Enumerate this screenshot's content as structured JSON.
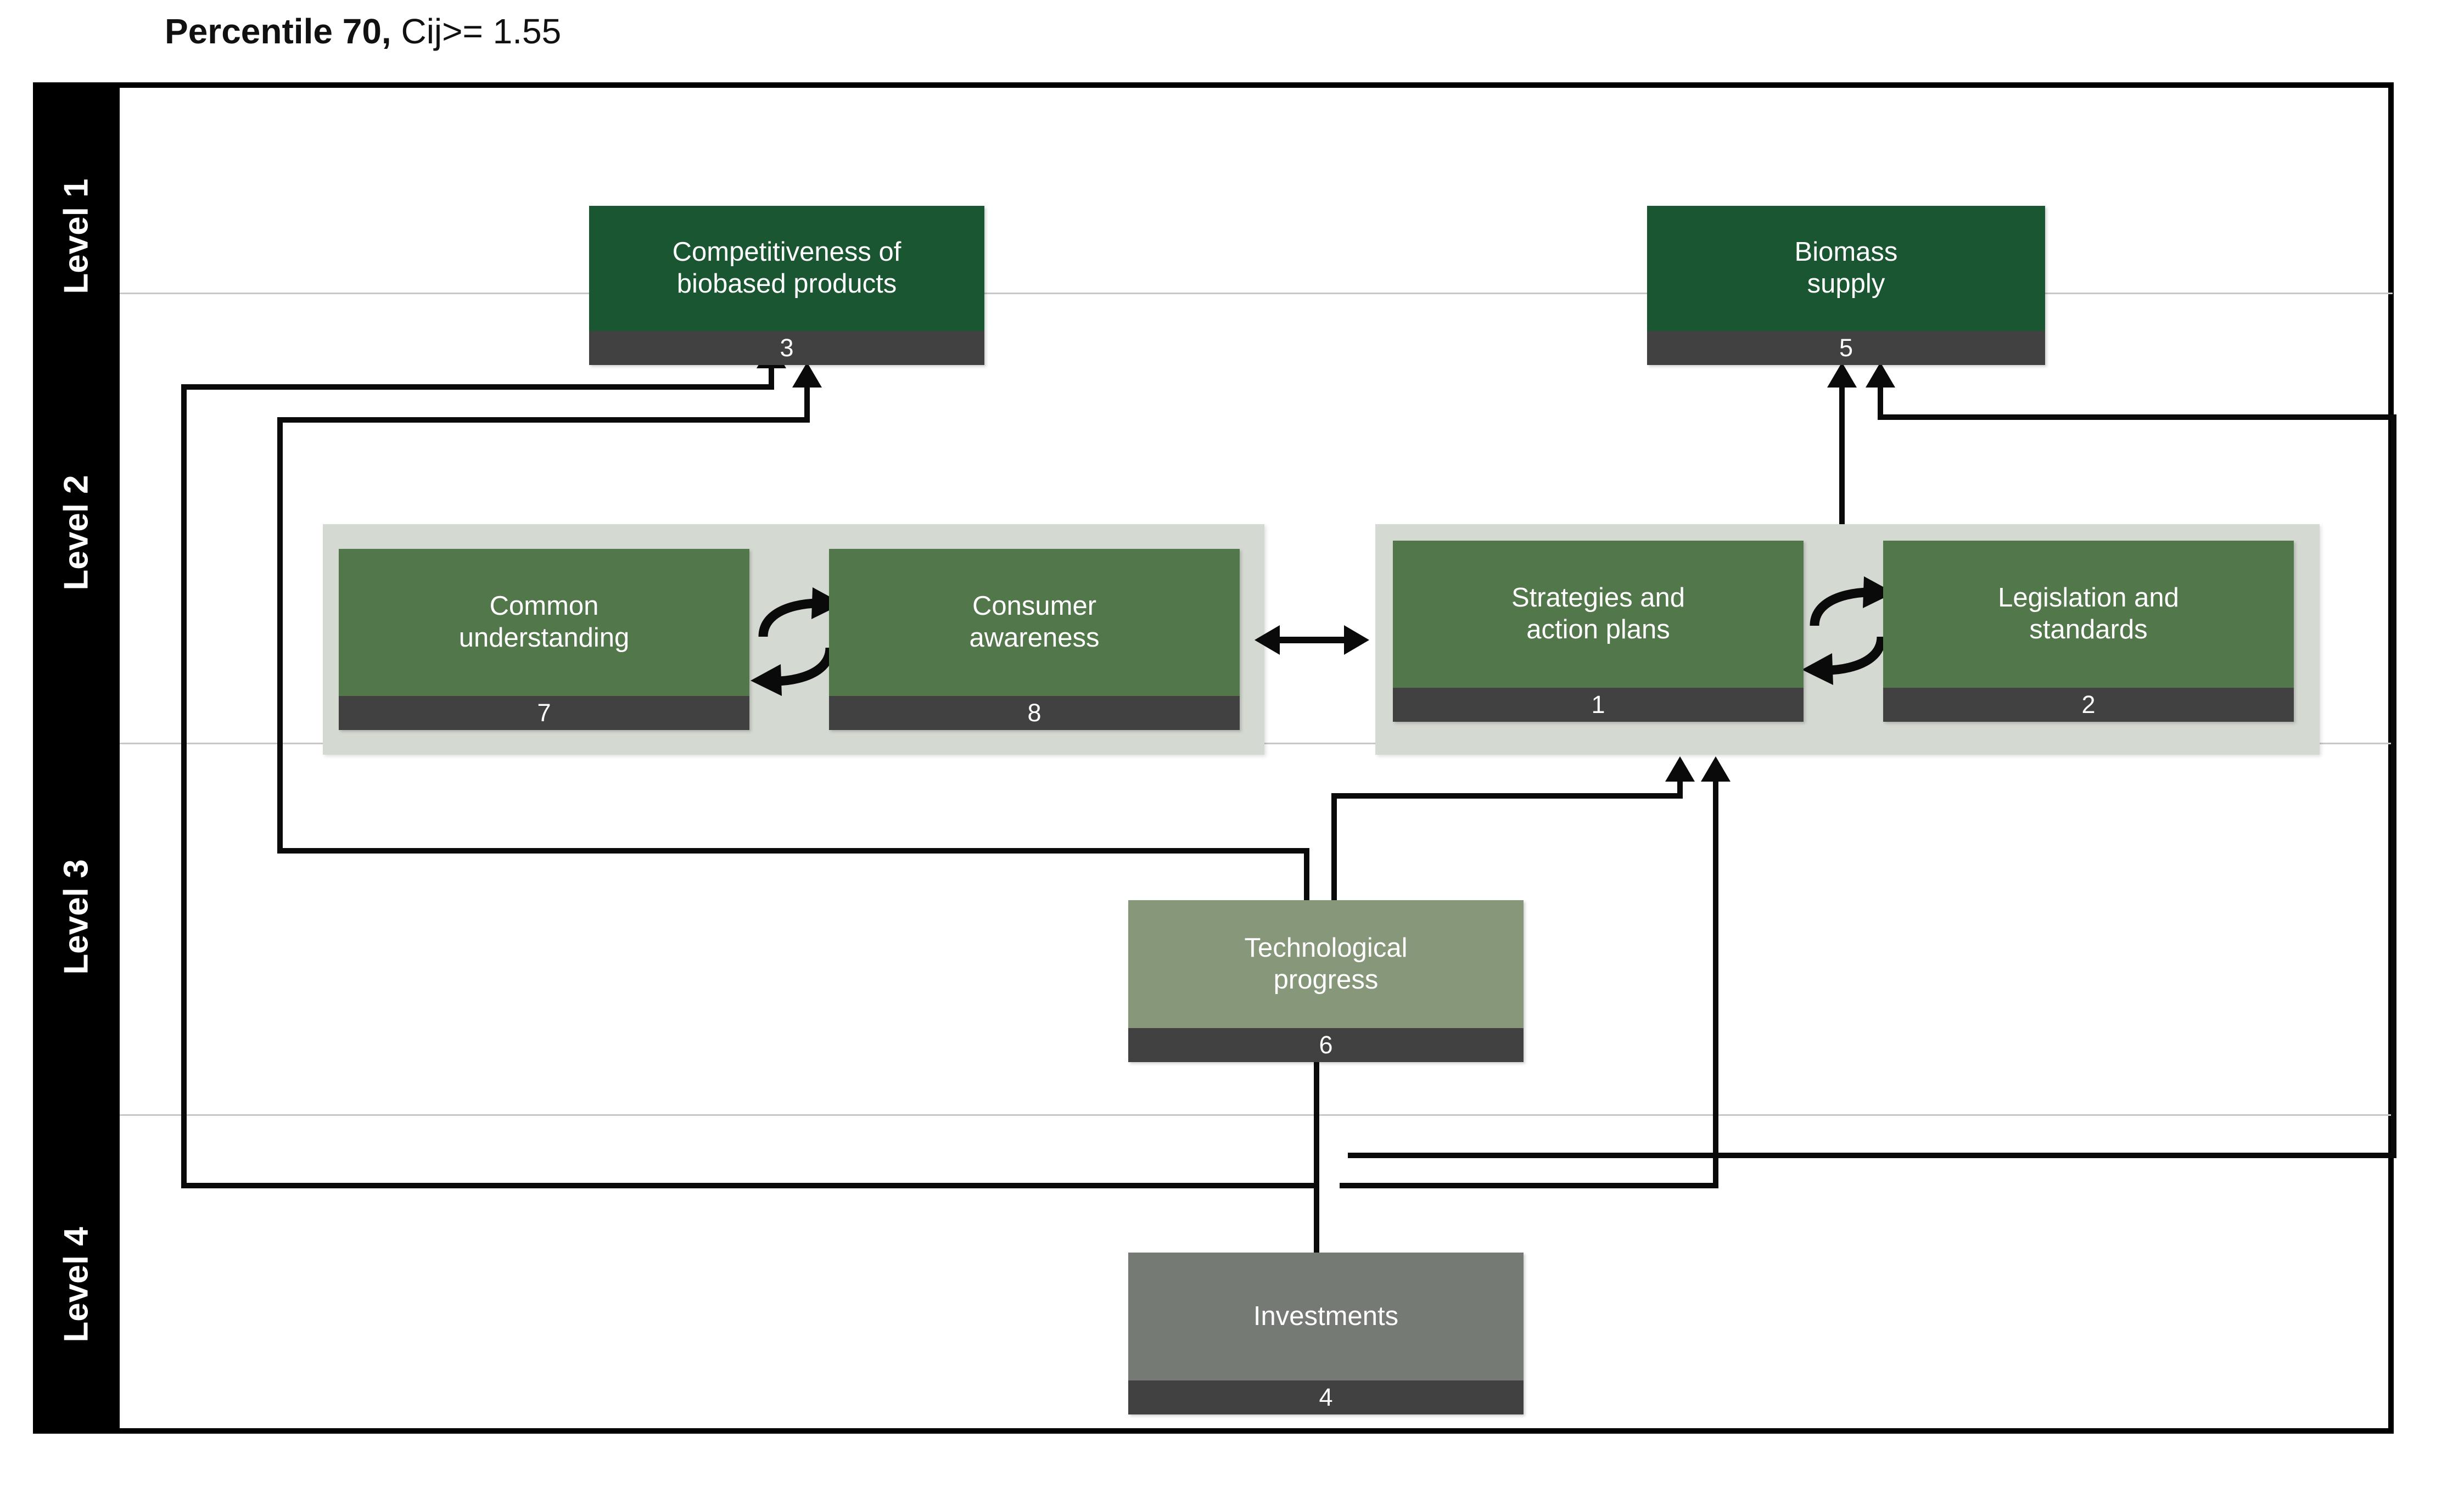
{
  "title": {
    "bold_part": "Percentile 70,",
    "rest_part": " Cij>= 1.55"
  },
  "levels": [
    {
      "label": "Level 1"
    },
    {
      "label": "Level 2"
    },
    {
      "label": "Level 3"
    },
    {
      "label": "Level 4"
    }
  ],
  "nodes": {
    "competitiveness": {
      "label": "Competitiveness of biobased products",
      "id": "3",
      "level": "Level 1",
      "color": "#1a5632"
    },
    "biomass": {
      "label": "Biomass supply",
      "id": "5",
      "level": "Level 1",
      "color": "#1a5632"
    },
    "common": {
      "label": "Common understanding",
      "id": "7",
      "level": "Level 2",
      "color": "#52774a"
    },
    "consumer": {
      "label": "Consumer awareness",
      "id": "8",
      "level": "Level 2",
      "color": "#52774a"
    },
    "strategies": {
      "label": "Strategies and action plans",
      "id": "1",
      "level": "Level 2",
      "color": "#52774a"
    },
    "legislation": {
      "label": "Legislation and standards",
      "id": "2",
      "level": "Level 2",
      "color": "#52774a"
    },
    "technological": {
      "label": "Technological progress",
      "id": "6",
      "level": "Level 3",
      "color": "#87977a"
    },
    "investments": {
      "label": "Investments",
      "id": "4",
      "level": "Level 4",
      "color": "#767a75"
    }
  },
  "node_lines": {
    "competitiveness_l1": "Competitiveness of",
    "competitiveness_l2": "biobased products",
    "biomass_l1": "Biomass",
    "biomass_l2": "supply",
    "common_l1": "Common",
    "common_l2": "understanding",
    "consumer_l1": "Consumer",
    "consumer_l2": "awareness",
    "strategies_l1": "Strategies and",
    "strategies_l2": "action plans",
    "legislation_l1": "Legislation and",
    "legislation_l2": "standards",
    "technological_l1": "Technological",
    "technological_l2": "progress",
    "investments_l1": "Investments"
  },
  "palette": {
    "dark_green": "#1a5632",
    "mid_green": "#52774a",
    "sage_green": "#87977a",
    "gray": "#767a75",
    "id_bar": "#414141",
    "group_backdrop": "#d4d9d1",
    "sidebar": "#000000",
    "connector": "#0a0a0a"
  },
  "edges": [
    {
      "from": "common",
      "to": "consumer",
      "type": "bidirectional-loop"
    },
    {
      "from": "strategies",
      "to": "legislation",
      "type": "bidirectional-loop"
    },
    {
      "from": "left-group",
      "to": "right-group",
      "type": "bidirectional"
    },
    {
      "from": "technological",
      "to": "competitiveness",
      "type": "arrow"
    },
    {
      "from": "technological",
      "to": "strategies-group",
      "type": "arrow"
    },
    {
      "from": "investments",
      "to": "technological",
      "type": "arrow"
    },
    {
      "from": "investments",
      "to": "competitiveness",
      "type": "arrow"
    },
    {
      "from": "investments",
      "to": "strategies-group",
      "type": "arrow"
    },
    {
      "from": "investments",
      "to": "biomass",
      "type": "arrow"
    },
    {
      "from": "strategies-group",
      "to": "biomass",
      "type": "arrow"
    }
  ]
}
